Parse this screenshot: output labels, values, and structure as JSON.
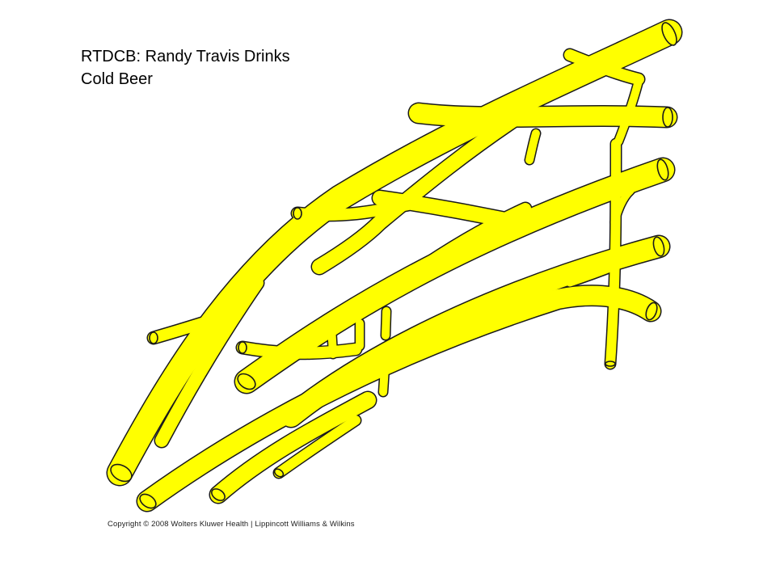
{
  "mnemonic": {
    "line1": "RTDCB: Randy Travis Drinks",
    "line2": "Cold Beer"
  },
  "copyright": "Copyright © 2008 Wolters Kluwer Health | Lippincott Williams & Wilkins",
  "colors": {
    "nerve_fill": "#ffff00",
    "nerve_outline": "#1a1a1a",
    "text": "#000000"
  }
}
